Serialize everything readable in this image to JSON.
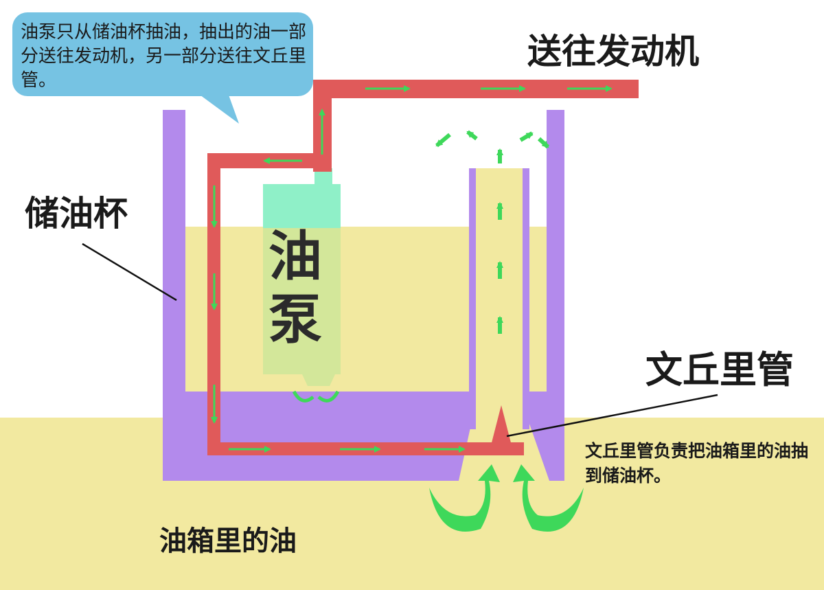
{
  "callout": {
    "text": "油泵只从储油杯抽油，抽出的油一部分送往发动机，另一部分送往文丘里管。"
  },
  "labels": {
    "engine": "送往发动机",
    "cup": "储油杯",
    "pump": "油泵",
    "venturi": "文丘里管",
    "venturi_note": "文丘里管负责把油箱里的油抽到储油杯。",
    "tank_oil": "油箱里的油"
  },
  "colors": {
    "tank_oil": "#f2e9a0",
    "cup_oil": "#f2e9a0",
    "cup_wall": "#b38aec",
    "pipe": "#e05a5a",
    "arrow": "#3ed85a",
    "pump_top": "#8ff0c8",
    "pump_body": "#d3e79a",
    "bubble": "#76c3e3"
  }
}
